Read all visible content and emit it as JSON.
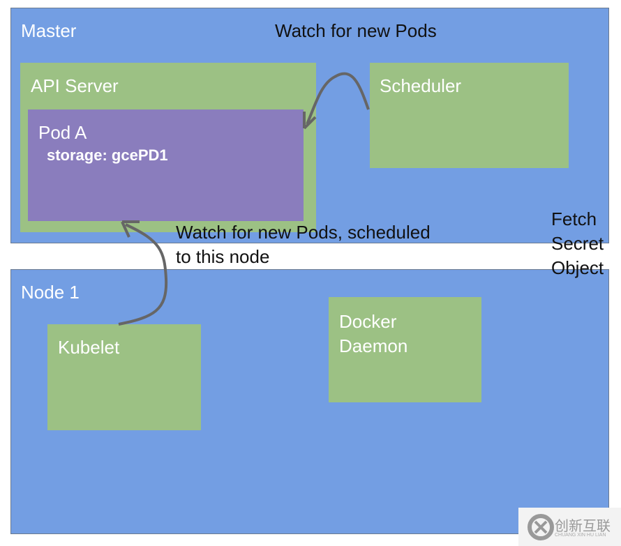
{
  "master": {
    "label": "Master",
    "watch_label": "Watch for new Pods"
  },
  "api_server": {
    "label": "API Server"
  },
  "pod": {
    "label": "Pod A",
    "spec": "storage: gcePD1"
  },
  "scheduler": {
    "label": "Scheduler"
  },
  "node": {
    "label": "Node 1",
    "watch_label": "Watch for new Pods, scheduled\nto this node"
  },
  "kubelet": {
    "label": "Kubelet"
  },
  "docker": {
    "label": "Docker\nDaemon"
  },
  "fetch": {
    "label": "Fetch\nSecret\nObject"
  },
  "watermark": {
    "text": "创新互联",
    "sub": "CHUANG XIN HU LIAN"
  },
  "colors": {
    "region": "#739ee3",
    "component": "#9cc184",
    "pod": "#8a7dbd",
    "arrow": "#666666"
  }
}
